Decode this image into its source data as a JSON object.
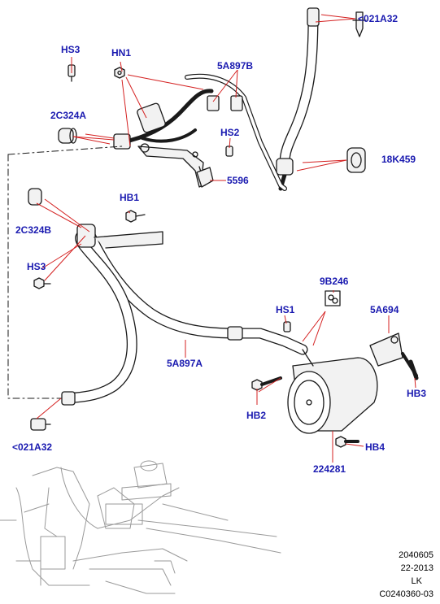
{
  "colors": {
    "label": "#1a1ab0",
    "leader": "#d42020",
    "line": "#1a1a1a",
    "part_fill": "#f2f2f2"
  },
  "labels": {
    "l_021a32_top": "<021A32",
    "hs3_top": "HS3",
    "hn1": "HN1",
    "5a897b": "5A897B",
    "2c324a": "2C324A",
    "hs2": "HS2",
    "5596": "5596",
    "18k459": "18K459",
    "hb1": "HB1",
    "2c324b": "2C324B",
    "hs3_mid": "HS3",
    "9b246": "9B246",
    "hs1": "HS1",
    "5a694": "5A694",
    "5a897a": "5A897A",
    "hb3": "HB3",
    "hb2": "HB2",
    "l_021a32_bottom": "<021A32",
    "hb4": "HB4",
    "224281": "224281"
  },
  "footer": {
    "line1": "2040605",
    "line2": "22-2013",
    "line3": "LK",
    "line4": "C0240360-03"
  }
}
